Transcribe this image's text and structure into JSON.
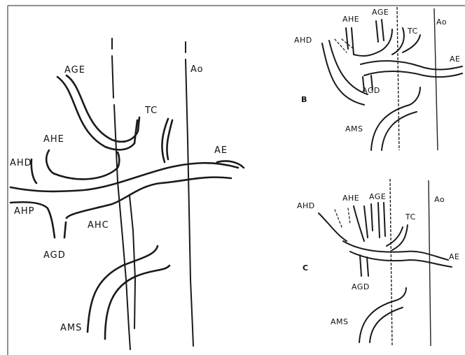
{
  "panel_a": {
    "labels": {
      "age": "AGE",
      "tc": "TC",
      "ao": "Ao",
      "ahe": "AHE",
      "ahd": "AHD",
      "ae": "AE",
      "ahp": "AHP",
      "ahc": "AHC",
      "agd": "AGD",
      "ams": "AMS"
    }
  },
  "panel_b": {
    "letter": "B",
    "labels": {
      "ahe": "AHE",
      "age": "AGE",
      "tc": "TC",
      "ao": "Ao",
      "ahd": "AHD",
      "ae": "AE",
      "agd": "AGD",
      "ams": "AMS"
    }
  },
  "panel_c": {
    "letter": "C",
    "labels": {
      "ahd": "AHD",
      "ahe": "AHE",
      "age": "AGE",
      "ao": "Ao",
      "tc": "TC",
      "ae": "AE",
      "agd": "AGD",
      "ams": "AMS"
    }
  }
}
